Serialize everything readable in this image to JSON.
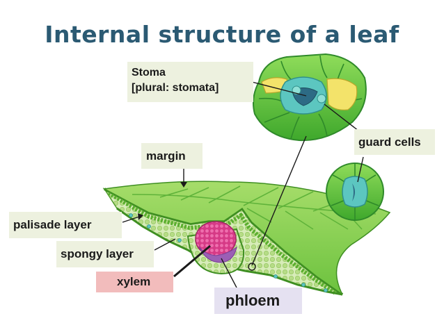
{
  "title": "Internal structure of a leaf",
  "labels": {
    "stoma_line1": "Stoma",
    "stoma_line2": "[plural: stomata]",
    "guard_cells": "guard cells",
    "margin": "margin",
    "palisade_layer": "palisade layer",
    "spongy_layer": "spongy layer",
    "xylem": "xylem",
    "phloem": "phloem"
  },
  "colors": {
    "title": "#2b5a73",
    "label_background": "#edf1df",
    "xylem_background": "#f2bcbc",
    "phloem_background": "#e5e1f1",
    "leaf_green": "#7ccf4a",
    "xylem_pink": "#d63a86",
    "phloem_purple": "#9b5fb5",
    "guard_cell_teal": "#5cc6c0"
  }
}
